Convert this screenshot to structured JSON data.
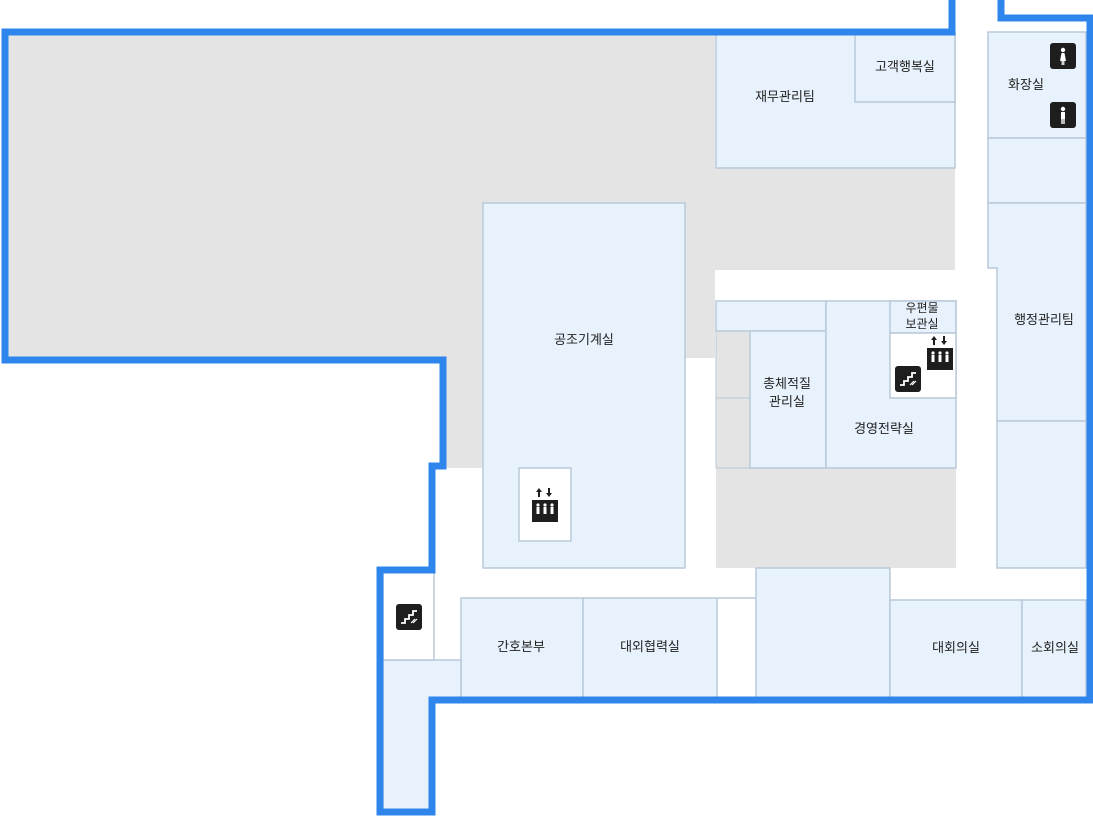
{
  "colors": {
    "outer_wall": "#2e86ec",
    "room_fill": "#e8f2fc",
    "room_stroke": "#b9c9d9",
    "grey_area": "#e4e4e4",
    "corridor": "#ffffff",
    "icon_bg": "#1e1e1e"
  },
  "rooms": {
    "finance_team": "재무관리팀",
    "customer_happiness": "고객행복실",
    "restroom": "화장실",
    "admin_team": "행정관리팀",
    "mail_room_line1": "우편물",
    "mail_room_line2": "보관실",
    "quality_mgmt_line1": "총체적질",
    "quality_mgmt_line2": "관리실",
    "management_strategy": "경영전략실",
    "air_conditioning": "공조기계실",
    "nursing_headquarters": "간호본부",
    "external_cooperation": "대외협력실",
    "large_meeting_room": "대회의실",
    "small_meeting_room": "소회의실"
  },
  "icons": [
    "female-restroom-icon",
    "male-restroom-icon",
    "elevator-icon",
    "stairs-icon"
  ]
}
